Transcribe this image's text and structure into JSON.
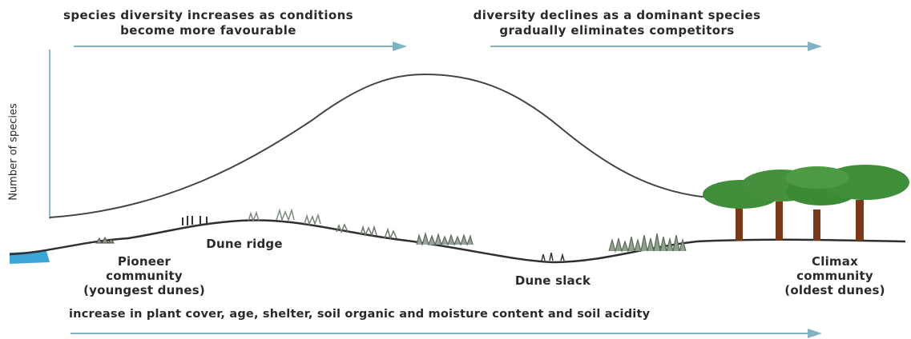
{
  "top_left_caption": [
    "species diversity increases as conditions",
    "become more favourable"
  ],
  "top_right_caption": [
    "diversity declines as a dominant species",
    "gradually eliminates competitors"
  ],
  "y_axis_label": "Number of species",
  "stage_labels": {
    "pioneer": [
      "Pioneer",
      "community",
      "(youngest dunes)"
    ],
    "dune_ridge": "Dune ridge",
    "dune_slack": "Dune slack",
    "climax": [
      "Climax",
      "community",
      "(oldest dunes)"
    ]
  },
  "bottom_caption": "increase in plant cover, age, shelter, soil organic and moisture content and soil acidity",
  "colors": {
    "arrow": "#7fb3c3",
    "axis": "#8fbccb",
    "curve": "#444444",
    "ground": "#2f2f2f",
    "water": "#3aa7d6",
    "tree_canopy": "#3f8f3a",
    "tree_trunk": "#7a3a1a"
  }
}
